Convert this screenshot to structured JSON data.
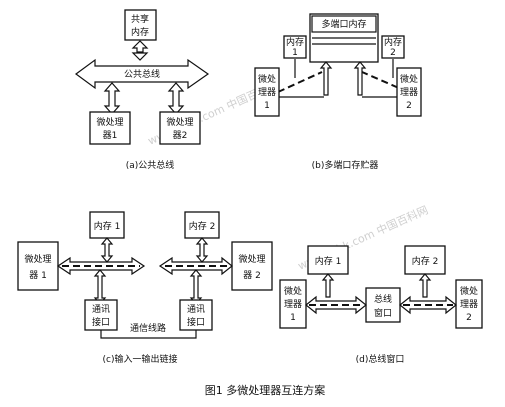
{
  "figure_title": "图1  多微处理器互连方案",
  "watermark": "www.zgbk.com 中国百科网",
  "panel_a": {
    "caption": "(a)公共总线",
    "shared_memory": [
      "共享",
      "内存"
    ],
    "bus_label": "公共总线",
    "cpu1": [
      "微处理",
      "器1"
    ],
    "cpu2": [
      "微处理",
      "器2"
    ]
  },
  "panel_b": {
    "caption": "(b)多端口存贮器",
    "multiport_memory": "多端口内存",
    "mem1": [
      "内存",
      "1"
    ],
    "mem2": [
      "内存",
      "2"
    ],
    "cpu1": [
      "微处",
      "理器",
      "1"
    ],
    "cpu2": [
      "微处",
      "理器",
      "2"
    ]
  },
  "panel_c": {
    "caption": "(c)输入一输出链接",
    "mem1": "内存 1",
    "mem2": "内存 2",
    "cpu1": [
      "微处理",
      "器 1"
    ],
    "cpu2": [
      "微处理",
      "器 2"
    ],
    "port1": [
      "通讯",
      "接口"
    ],
    "port2": [
      "通讯",
      "接口"
    ],
    "link_label": "通信线路"
  },
  "panel_d": {
    "caption": "(d)总线窗口",
    "mem1": "内存 1",
    "mem2": "内存 2",
    "cpu1": [
      "微处",
      "理器",
      "1"
    ],
    "window": [
      "总线",
      "窗口"
    ],
    "cpu2": [
      "微处",
      "理器",
      "2"
    ]
  }
}
